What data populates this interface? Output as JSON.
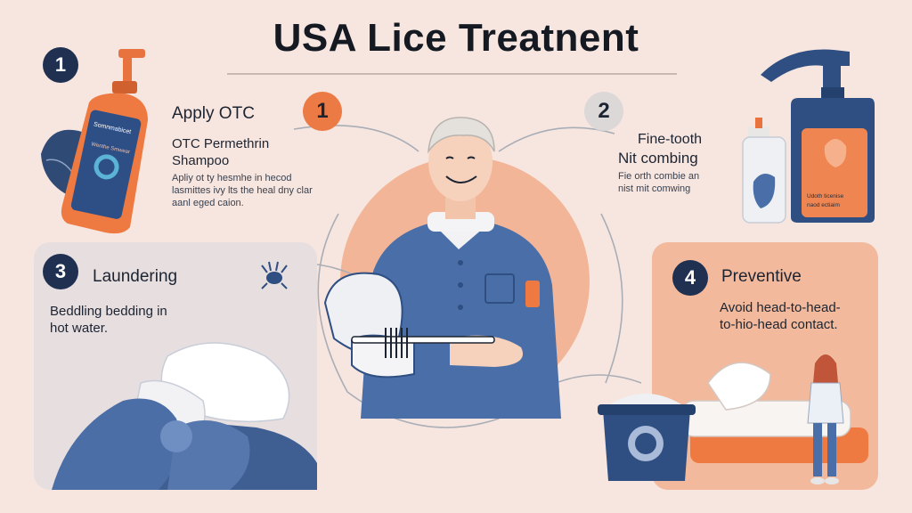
{
  "title": "USA Lice Treatnent",
  "colors": {
    "background": "#f7e6e0",
    "navy": "#1f3050",
    "orange": "#ec7a45",
    "blue": "#4a6fa8",
    "panel_gray": "#e7dee0",
    "panel_peach": "#f2b99c"
  },
  "step1": {
    "corner_badge": "1",
    "center_badge": "1",
    "heading": "Apply OTC",
    "subtitle_line1": "OTC Permethrin",
    "subtitle_line2": "Shampoo",
    "desc_line1": "Apliy ot ty hesmhe in hecod",
    "desc_line2": "lasmittes ivy lts the heal dny clar",
    "desc_line3": "aanl eged caion.",
    "bottle_label": "Somnmabicet",
    "bottle_sublabel": "Wenthe Smwear"
  },
  "step2": {
    "badge": "2",
    "heading_line1": "Fine-tooth",
    "heading_line2": "Nit combing",
    "desc_line1": "Fie orth combie an",
    "desc_line2": "nist mit comwing",
    "bottle_label_line1": "Udoth ticenise",
    "bottle_label_line2": "naod ectiaim"
  },
  "step3": {
    "badge": "3",
    "heading": "Laundering",
    "desc_line1": "Beddling bedding in",
    "desc_line2": "hot water."
  },
  "step4": {
    "badge": "4",
    "heading": "Preventive",
    "desc_line1": "Avoid head-to-head-",
    "desc_line2": "to-hio-head contact."
  },
  "icons": {
    "bottle_left": "pump-bottle-icon",
    "leaf": "leaf-icon",
    "spray_bottle": "spray-bottle-icon",
    "louse": "louse-icon",
    "washer": "washing-basket-icon",
    "person_center": "man-combing-icon",
    "person_small": "woman-standing-icon"
  }
}
